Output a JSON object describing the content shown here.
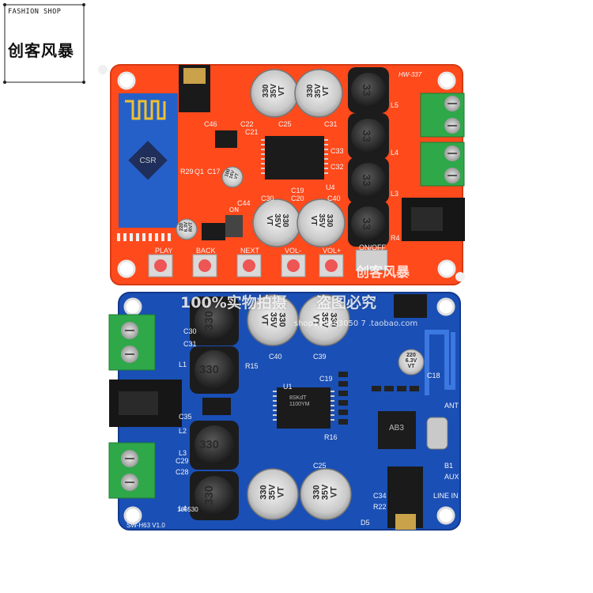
{
  "shop": {
    "name_en": "FASHION SHOP",
    "name_cn": "创客风暴"
  },
  "top_board": {
    "color": "#ff4a1c",
    "model": "HW-337",
    "capacitor_big": [
      "330\n35V\nVT",
      "330\n35V\nVT",
      "330\n35V\nVT",
      "330\n35V\nVT"
    ],
    "inductor_label": "33",
    "small_cap_1": "100\n16V\nVT",
    "small_cap_2": "220\n6.3V\nRVT",
    "buttons": [
      "PLAY",
      "BACK",
      "NEXT",
      "VOL-",
      "VOL+"
    ],
    "switch_label": "ON/OFF",
    "dip_label": "ON",
    "chip_label": "CSR",
    "ref_labels": [
      "C25",
      "C31",
      "C40",
      "C19",
      "C20",
      "C22",
      "C32",
      "U4",
      "C33",
      "C46",
      "C21",
      "C30",
      "C17",
      "C44",
      "R29",
      "Q1",
      "L5",
      "L4",
      "L3",
      "R4"
    ]
  },
  "bottom_board": {
    "color": "#1a4fb5",
    "model": "SW-H63 V1.0",
    "date_code": "160530",
    "capacitor_big": [
      "330\n35V\nVT",
      "330\n35V\nVT",
      "330\n35V\nVT",
      "330\n35V\nVT"
    ],
    "small_cap": "220\n6.3V\nVT",
    "inductor_label": "330",
    "chip_label": "AB3",
    "amp_label": "8SKdT\n1100YM",
    "labels": [
      "ANT",
      "AUX",
      "LINE IN",
      "C18",
      "C19",
      "C40",
      "C39",
      "C25",
      "C29",
      "C28",
      "C30",
      "C31",
      "U1",
      "L1",
      "L2",
      "L3",
      "L4",
      "D5",
      "R16",
      "R15",
      "B1",
      "C35",
      "R22",
      "C34"
    ]
  },
  "watermark": {
    "line1": "100%实物拍摄",
    "line2": "盗图必究",
    "url": "shop106483050 7 .taobao.com",
    "brand": "创客风暴"
  }
}
